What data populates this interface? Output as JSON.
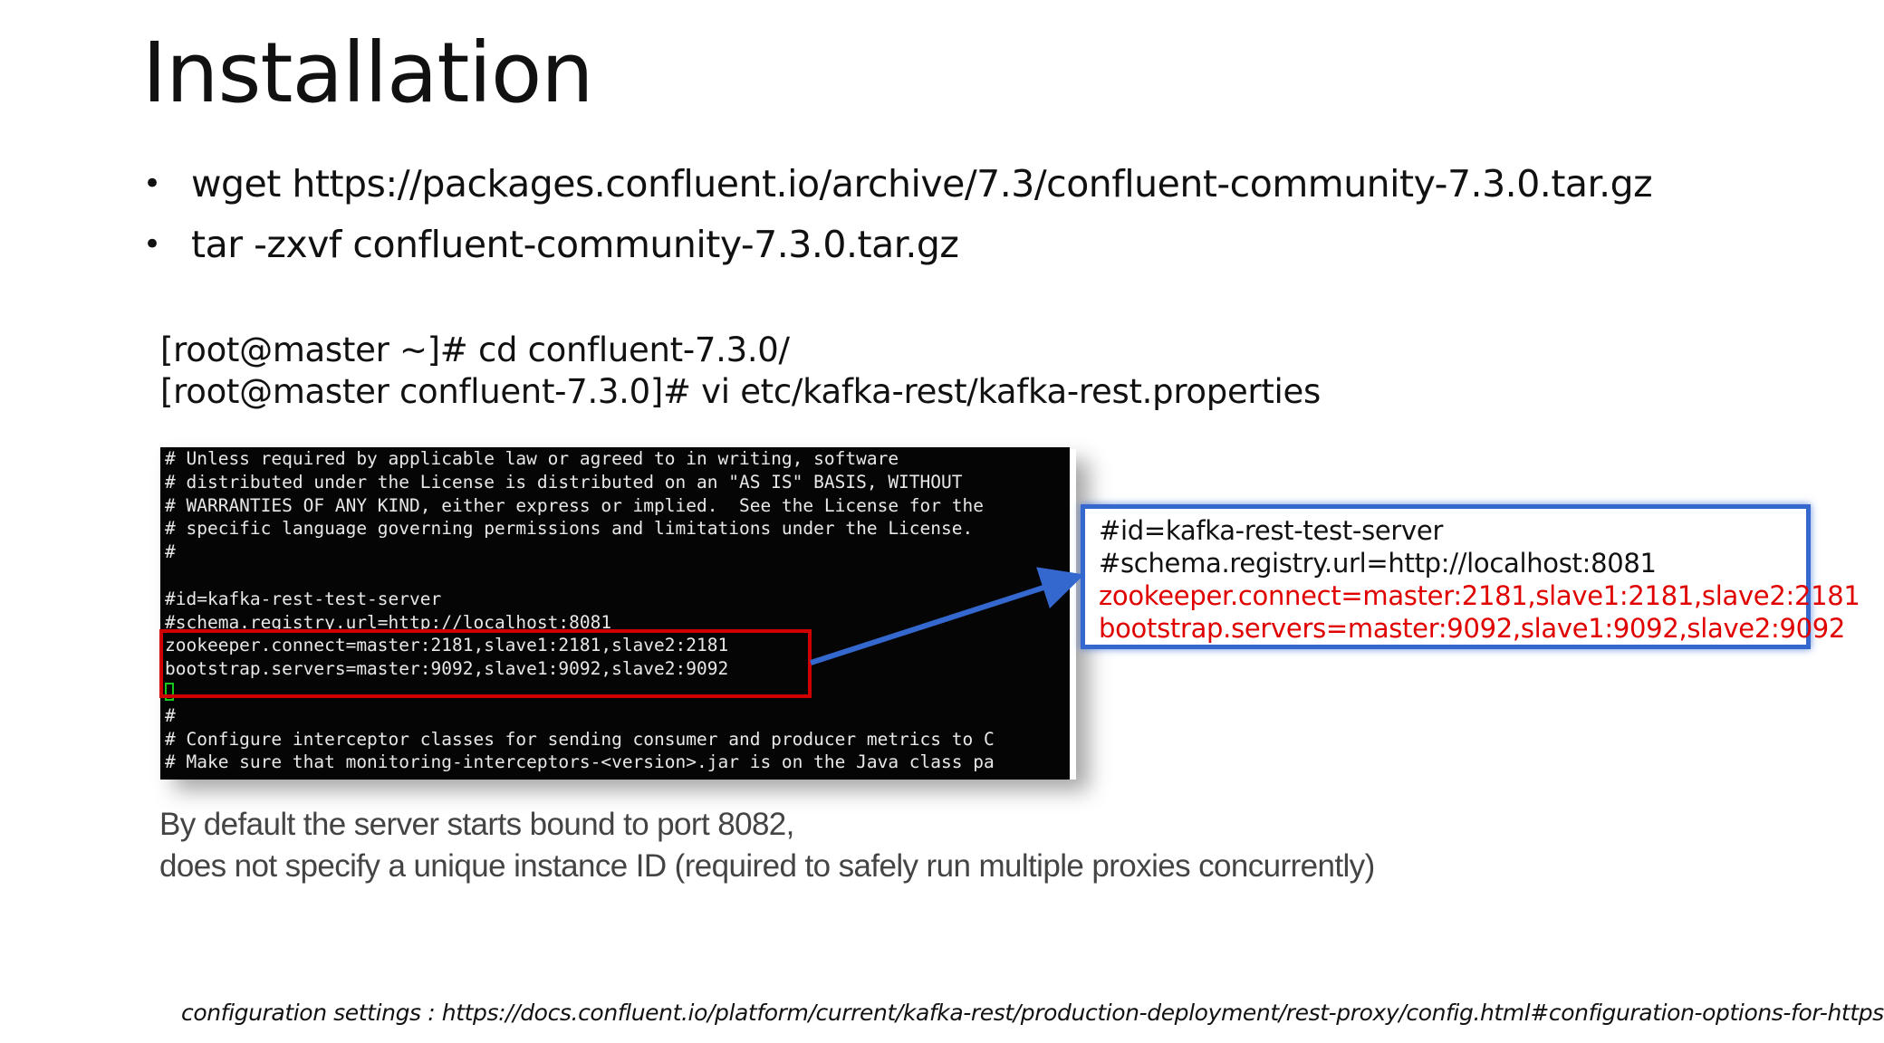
{
  "title": "Installation",
  "bullets": [
    "wget https://packages.confluent.io/archive/7.3/confluent-community-7.3.0.tar.gz",
    "tar -zxvf confluent-community-7.3.0.tar.gz"
  ],
  "commands": [
    "[root@master ~]# cd confluent-7.3.0/",
    "[root@master confluent-7.3.0]# vi etc/kafka-rest/kafka-rest.properties"
  ],
  "terminal": {
    "lines": [
      "# Unless required by applicable law or agreed to in writing, software",
      "# distributed under the License is distributed on an \"AS IS\" BASIS, WITHOUT",
      "# WARRANTIES OF ANY KIND, either express or implied.  See the License for the",
      "# specific language governing permissions and limitations under the License.",
      "#",
      "",
      "#id=kafka-rest-test-server",
      "#schema.registry.url=http://localhost:8081",
      "zookeeper.connect=master:2181,slave1:2181,slave2:2181",
      "bootstrap.servers=master:9092,slave1:9092,slave2:9092",
      "",
      "#",
      "# Configure interceptor classes for sending consumer and producer metrics to C",
      "# Make sure that monitoring-interceptors-<version>.jar is on the Java class pa"
    ]
  },
  "callout": {
    "lines": [
      "#id=kafka-rest-test-server",
      "#schema.registry.url=http://localhost:8081"
    ],
    "highlight_lines": [
      "zookeeper.connect=master:2181,slave1:2181,slave2:2181",
      "bootstrap.servers=master:9092,slave1:9092,slave2:9092"
    ]
  },
  "note": [
    "By default the server starts bound to port 8082,",
    "does not specify a unique instance ID (required to safely run multiple proxies concurrently)"
  ],
  "footer": "configuration settings : https://docs.confluent.io/platform/current/kafka-rest/production-deployment/rest-proxy/config.html#configuration-options-for-https",
  "colors": {
    "highlight_red": "#e00000",
    "callout_blue": "#3468cf",
    "terminal_bg": "#050505",
    "cursor_green": "#19c919"
  }
}
